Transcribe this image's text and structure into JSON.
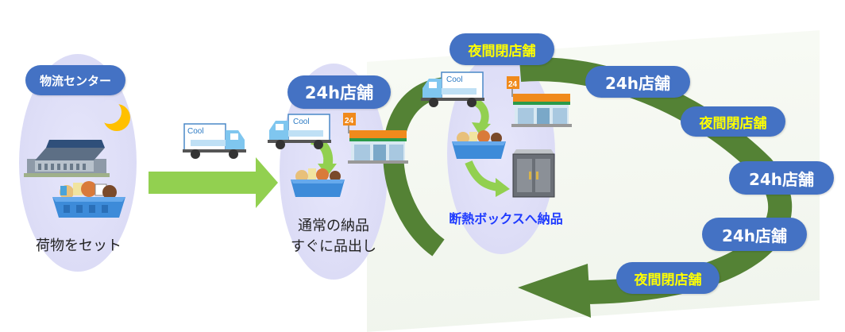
{
  "labels": {
    "center": "物流センター",
    "h24_a": "24h店舗",
    "night_top": "夜間閉店舗",
    "h24_b": "24h店舗",
    "night_b": "夜間閉店舗",
    "h24_c": "24h店舗",
    "h24_d": "24h店舗",
    "night_c": "夜間閉店舗"
  },
  "captions": {
    "set_cargo": "荷物をセット",
    "normal_line1": "通常の納品",
    "normal_line2": "すぐに品出し",
    "insulated_box": "断熱ボックスへ納品"
  },
  "truck": {
    "brand": "Cool"
  },
  "store_sign": "24",
  "colors": {
    "pill_blue": "#4472c4",
    "pill_yellow_text": "#ffff00",
    "arrow_green_light": "#92d050",
    "arrow_green_dark": "#548235",
    "ellipse_lavender": "#dcdcf6",
    "caption_blue": "#1f3bff"
  }
}
